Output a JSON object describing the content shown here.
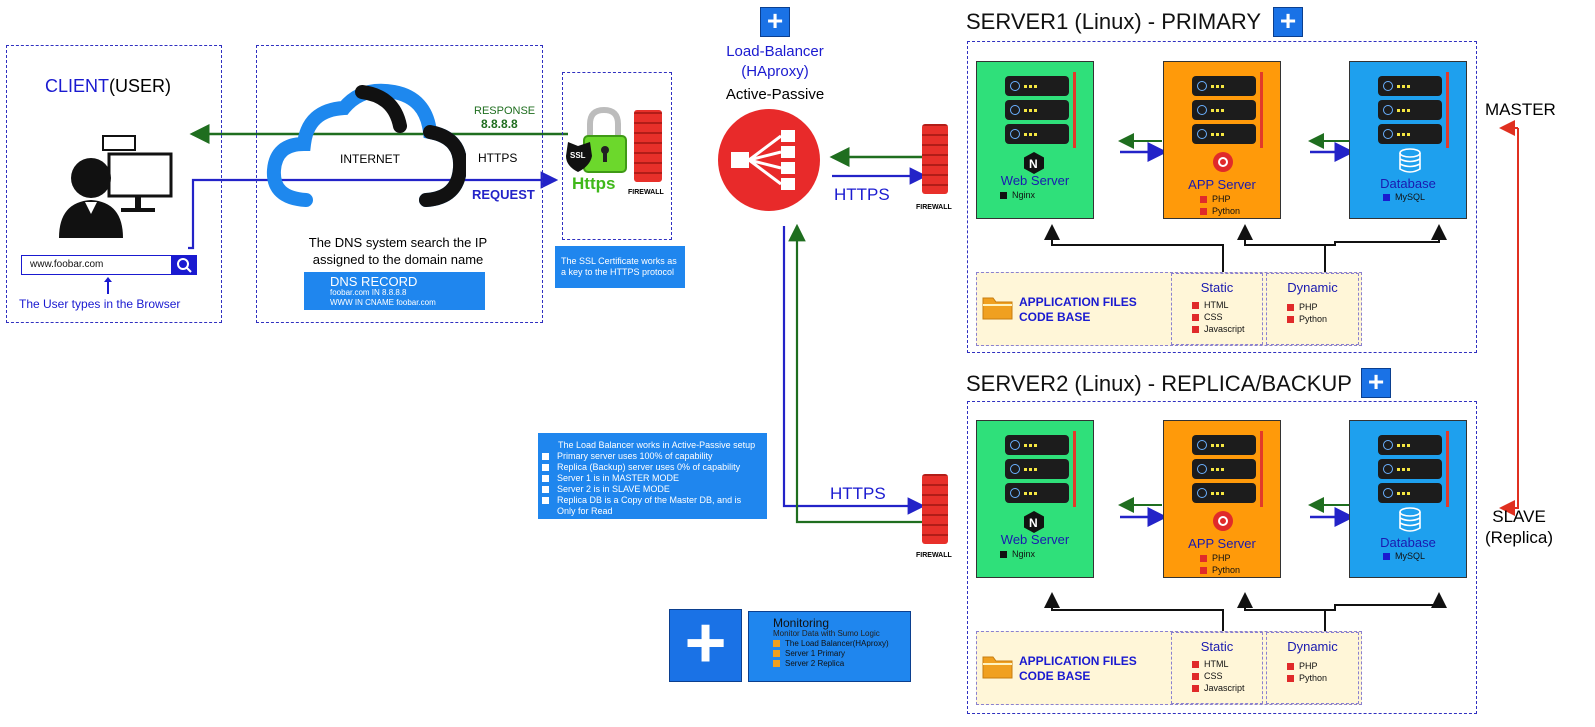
{
  "client": {
    "title_blue": "CLIENT",
    "title_black": "(USER)",
    "search_value": "www.foobar.com",
    "caption": "The User types in the Browser"
  },
  "internet": {
    "cloud_label": "INTERNET",
    "response_label": "RESPONSE",
    "response_ip": "8.8.8.8",
    "https_label": "HTTPS",
    "request_label": "REQUEST",
    "dns_text_line1": "The DNS system search the IP",
    "dns_text_line2": "assigned to the domain name",
    "dns_record_title": "DNS RECORD",
    "dns_record_line1": "foobar.com IN 8.8.8.8",
    "dns_record_line2": "WWW IN CNAME foobar.com"
  },
  "ssl": {
    "ssl_badge": "SSL",
    "https_text": "Https",
    "firewall_label": "FIREWALL",
    "note": "The SSL Certificate works as a key to the HTTPS protocol"
  },
  "load_balancer": {
    "title_line1": "Load-Balancer",
    "title_line2": "(HAproxy)",
    "mode": "Active-Passive",
    "https_top": "HTTPS",
    "https_bottom": "HTTPS",
    "firewall_top": "FIREWALL",
    "firewall_bottom": "FIREWALL"
  },
  "lb_notes": {
    "intro": "The Load Balancer works in Active-Passive setup",
    "items": [
      "Primary server uses 100% of capability",
      "Replica (Backup) server uses 0% of capability",
      "Server 1 is in MASTER MODE",
      "Server 2 is in SLAVE MODE",
      "Replica DB is a Copy of the Master DB, and is Only for Read"
    ]
  },
  "monitoring": {
    "title": "Monitoring",
    "subtitle": "Monitor Data with Sumo Logic",
    "items": [
      "The Load Balancer(HAproxy)",
      "Server 1 Primary",
      "Server 2 Replica"
    ]
  },
  "server1": {
    "title": "SERVER1 (Linux) - PRIMARY",
    "role": "MASTER",
    "web": {
      "title": "Web Server",
      "items": [
        "Nginx"
      ]
    },
    "app": {
      "title": "APP Server",
      "items": [
        "PHP",
        "Python"
      ]
    },
    "db": {
      "title": "Database",
      "items": [
        "MySQL"
      ]
    },
    "files": {
      "title_line1": "APPLICATION FILES",
      "title_line2": "CODE BASE",
      "static_title": "Static",
      "static_items": [
        "HTML",
        "CSS",
        "Javascript"
      ],
      "dynamic_title": "Dynamic",
      "dynamic_items": [
        "PHP",
        "Python"
      ]
    }
  },
  "server2": {
    "title": "SERVER2 (Linux) - REPLICA/BACKUP",
    "role_line1": "SLAVE",
    "role_line2": "(Replica)",
    "web": {
      "title": "Web Server",
      "items": [
        "Nginx"
      ]
    },
    "app": {
      "title": "APP Server",
      "items": [
        "PHP",
        "Python"
      ]
    },
    "db": {
      "title": "Database",
      "items": [
        "MySQL"
      ]
    },
    "files": {
      "title_line1": "APPLICATION FILES",
      "title_line2": "CODE BASE",
      "static_title": "Static",
      "static_items": [
        "HTML",
        "CSS",
        "Javascript"
      ],
      "dynamic_title": "Dynamic",
      "dynamic_items": [
        "PHP",
        "Python"
      ]
    }
  },
  "colors": {
    "accent_blue": "#1a72e6",
    "response_green": "#1f6e1f",
    "request_blue": "#2323c8",
    "web_green": "#2fe07a",
    "app_orange": "#ff9a0a",
    "db_blue": "#1ea0ee",
    "replication_red": "#e03020"
  }
}
